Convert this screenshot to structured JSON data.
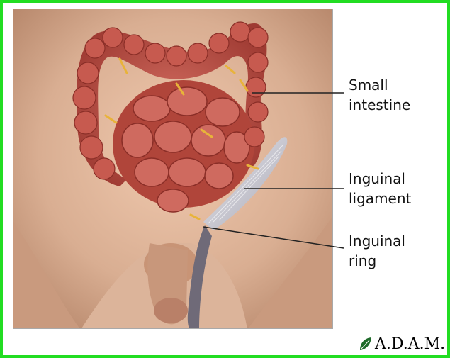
{
  "labels": {
    "small_intestine": [
      "Small",
      "intestine"
    ],
    "inguinal_ligament": [
      "Inguinal",
      "ligament"
    ],
    "inguinal_ring": [
      "Inguinal",
      "ring"
    ]
  },
  "logo": {
    "text": "A.D.A.M.",
    "icon": "leaf-icon"
  },
  "colors": {
    "border": "#22dd22",
    "skin": "#d2a98e",
    "intestine": "#b5473c",
    "intestine_highlight": "#d9736a",
    "fat": "#e8b33a",
    "ligament": "#cfcfd4",
    "cord": "#6f6a78"
  }
}
